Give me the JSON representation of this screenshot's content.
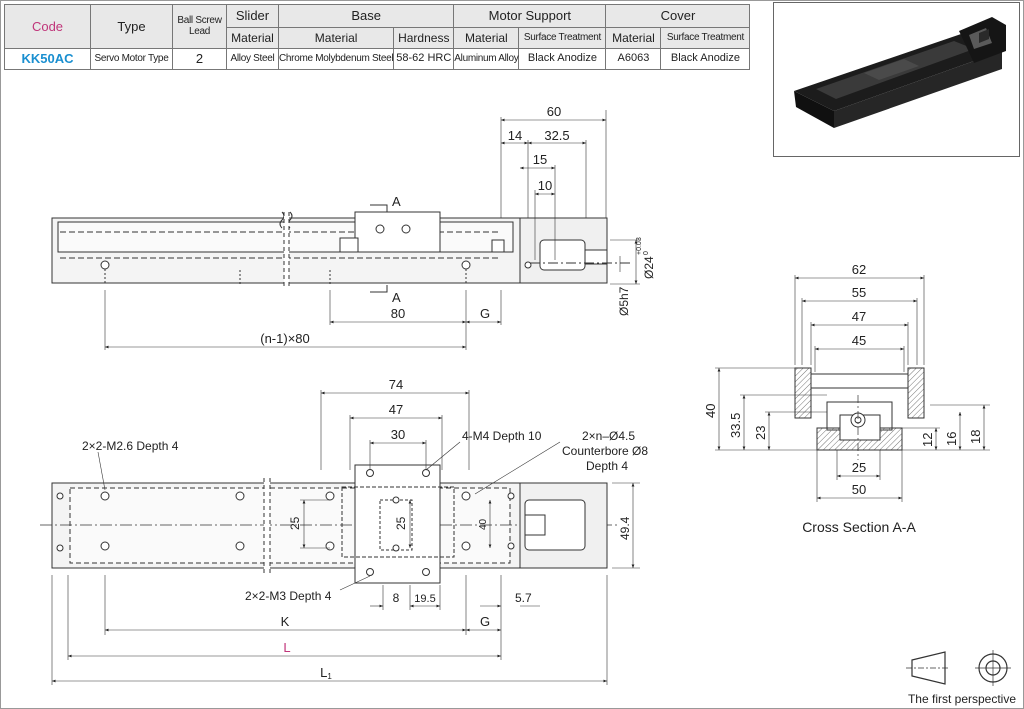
{
  "table": {
    "headers": {
      "code": "Code",
      "type": "Type",
      "lead_line1": "Ball Screw",
      "lead_line2": "Lead",
      "slider": "Slider",
      "base": "Base",
      "motor_support": "Motor Support",
      "cover": "Cover",
      "material": "Material",
      "hardness": "Hardness",
      "surface_treatment": "Surface Treatment"
    },
    "row": {
      "code": "KK50AC",
      "type": "Servo Motor Type",
      "lead": "2",
      "slider_material": "Alloy Steel",
      "base_material": "Chrome Molybdenum Steel",
      "base_hardness": "58-62 HRC",
      "motor_support_material": "Aluminum Alloy",
      "motor_support_treatment": "Black Anodize",
      "cover_material": "A6063",
      "cover_treatment": "Black Anodize"
    }
  },
  "top_view": {
    "dim_60": "60",
    "dim_14": "14",
    "dim_32_5": "32.5",
    "dim_15": "15",
    "dim_10": "10",
    "section_mark": "A",
    "dim_80": "80",
    "dim_G": "G",
    "dim_pitch": "(n-1)×80",
    "dia_24": "Ø24",
    "dia_24_tol": "+0.03",
    "dia_24_tol2": "0",
    "dia_5": "Ø5h7"
  },
  "bottom_view": {
    "dim_74": "74",
    "dim_47": "47",
    "dim_30": "30",
    "note_m26": "2×2-M2.6 Depth 4",
    "note_m4": "4-M4 Depth 10",
    "note_hole": "2×n–Ø4.5",
    "note_cbore": "Counterbore Ø8",
    "note_cdepth": "Depth 4",
    "dim_25a": "25",
    "dim_25b": "25",
    "dim_40": "40",
    "dim_49_4": "49.4",
    "note_m3": "2×2-M3 Depth 4",
    "dim_8": "8",
    "dim_19_5": "19.5",
    "dim_5_7": "5.7",
    "dim_K": "K",
    "dim_G": "G",
    "dim_L": "L",
    "dim_L1": "L",
    "dim_L1_sub": "1"
  },
  "section": {
    "dim_62": "62",
    "dim_55": "55",
    "dim_47": "47",
    "dim_45": "45",
    "dim_40": "40",
    "dim_33_5": "33.5",
    "dim_23": "23",
    "dim_12": "12",
    "dim_16": "16",
    "dim_18": "18",
    "dim_25": "25",
    "dim_50": "50",
    "caption": "Cross Section A-A"
  },
  "perspective_label": "The first perspective",
  "colors": {
    "code_header": "#c0357a",
    "code_value": "#1a8fd0",
    "dim_L": "#c0357a"
  }
}
